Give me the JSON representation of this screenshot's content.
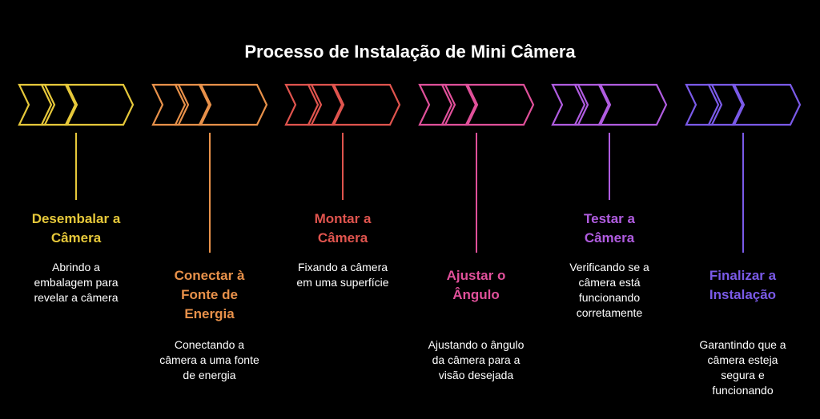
{
  "title": "Processo de Instalação de Mini Câmera",
  "steps": [
    {
      "title_lines": [
        "Desembalar a",
        "Câmera"
      ],
      "desc_lines": [
        "Abrindo a",
        "embalagem para",
        "revelar a câmera"
      ],
      "color": "#e6c83a",
      "position": "top"
    },
    {
      "title_lines": [
        "Conectar à",
        "Fonte de",
        "Energia"
      ],
      "desc_lines": [
        "Conectando a",
        "câmera a uma fonte",
        "de energia"
      ],
      "color": "#e8914a",
      "position": "bottom"
    },
    {
      "title_lines": [
        "Montar a",
        "Câmera"
      ],
      "desc_lines": [
        "Fixando a câmera",
        "em uma superfície"
      ],
      "color": "#e0544e",
      "position": "top"
    },
    {
      "title_lines": [
        "Ajustar o",
        "Ângulo"
      ],
      "desc_lines": [
        "Ajustando o ângulo",
        "da câmera para a",
        "visão desejada"
      ],
      "color": "#e0509a",
      "position": "bottom"
    },
    {
      "title_lines": [
        "Testar a",
        "Câmera"
      ],
      "desc_lines": [
        "Verificando se a",
        "câmera está",
        "funcionando",
        "corretamente"
      ],
      "color": "#b05ce0",
      "position": "top"
    },
    {
      "title_lines": [
        "Finalizar a",
        "Instalação"
      ],
      "desc_lines": [
        "Garantindo que a",
        "câmera esteja",
        "segura e",
        "funcionando"
      ],
      "color": "#7a5ae8",
      "position": "bottom"
    }
  ]
}
